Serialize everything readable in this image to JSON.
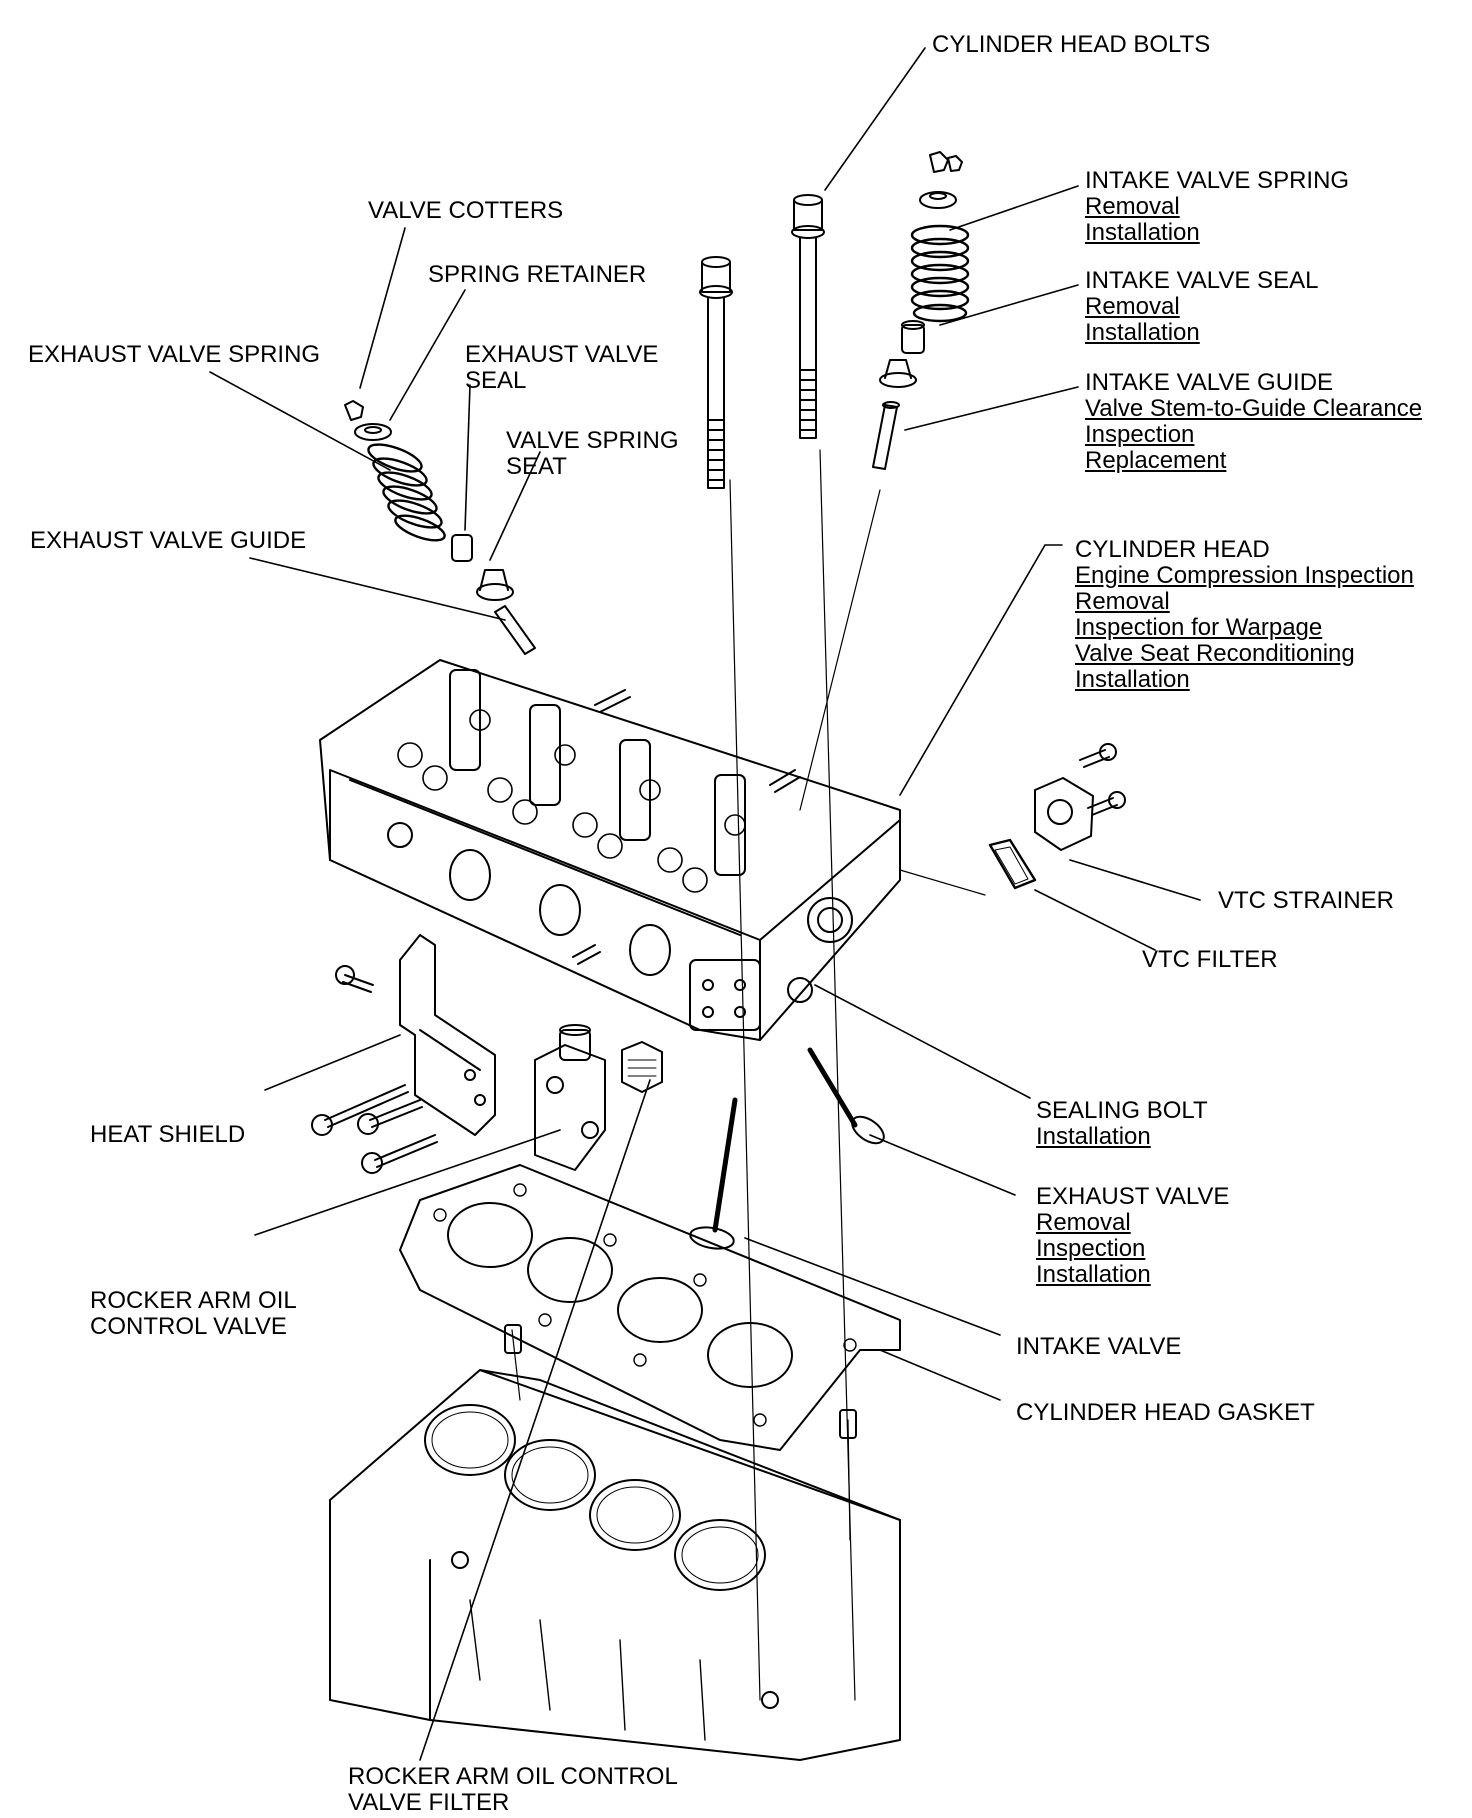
{
  "labels": {
    "cylinder_head_bolts": {
      "title": "CYLINDER HEAD BOLTS"
    },
    "intake_valve_spring": {
      "title": "INTAKE VALVE SPRING",
      "links": [
        "Removal",
        "Installation"
      ]
    },
    "intake_valve_seal": {
      "title": "INTAKE VALVE SEAL",
      "links": [
        "Removal",
        "Installation"
      ]
    },
    "intake_valve_guide": {
      "title": "INTAKE VALVE GUIDE",
      "links": [
        "Valve Stem-to-Guide Clearance",
        "Inspection",
        "Replacement"
      ]
    },
    "cylinder_head": {
      "title": "CYLINDER HEAD",
      "links": [
        "Engine Compression Inspection",
        "Removal",
        "Inspection for Warpage",
        "Valve Seat Reconditioning",
        "Installation"
      ]
    },
    "vtc_strainer": {
      "title": "VTC STRAINER"
    },
    "vtc_filter": {
      "title": "VTC FILTER"
    },
    "sealing_bolt": {
      "title": "SEALING BOLT",
      "links": [
        "Installation"
      ]
    },
    "exhaust_valve": {
      "title": "EXHAUST VALVE",
      "links": [
        "Removal",
        "Inspection",
        "Installation"
      ]
    },
    "intake_valve": {
      "title": "INTAKE VALVE"
    },
    "cylinder_head_gasket": {
      "title": "CYLINDER HEAD GASKET"
    },
    "valve_cotters": {
      "title": "VALVE COTTERS"
    },
    "spring_retainer": {
      "title": "SPRING RETAINER"
    },
    "exhaust_valve_spring": {
      "title": "EXHAUST VALVE SPRING"
    },
    "exhaust_valve_seal": {
      "title_lines": [
        "EXHAUST VALVE",
        "SEAL"
      ]
    },
    "valve_spring_seat": {
      "title_lines": [
        "VALVE SPRING",
        "SEAT"
      ]
    },
    "exhaust_valve_guide": {
      "title": "EXHAUST VALVE GUIDE"
    },
    "heat_shield": {
      "title": "HEAT SHIELD"
    },
    "rocker_arm_oil_control_valve": {
      "title_lines": [
        "ROCKER ARM OIL",
        "CONTROL VALVE"
      ]
    },
    "rocker_arm_oil_control_valve_filter": {
      "title_lines": [
        "ROCKER ARM OIL CONTROL",
        "VALVE FILTER"
      ]
    }
  },
  "colors": {
    "ink": "#000000",
    "paper": "#ffffff"
  }
}
